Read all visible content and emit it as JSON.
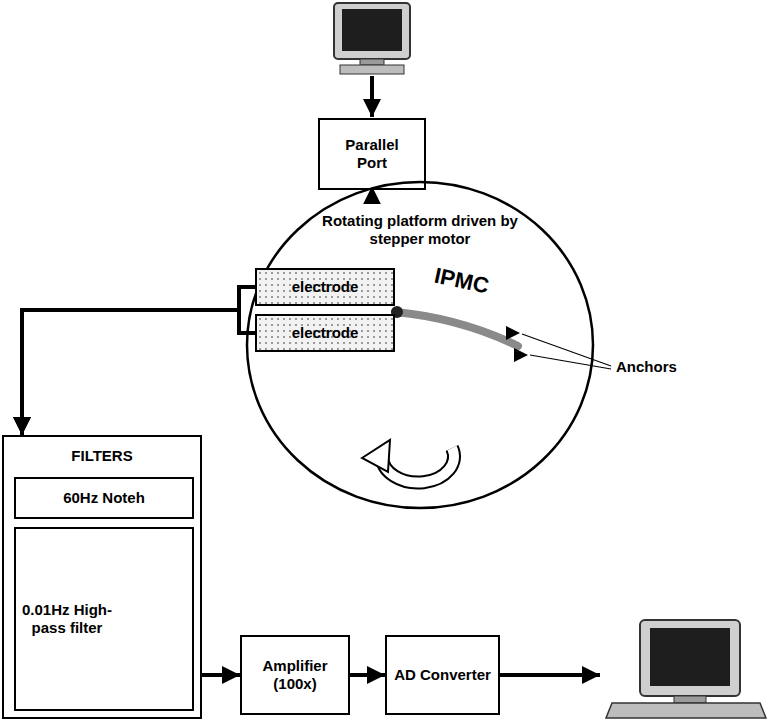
{
  "diagram": {
    "nodes": [
      {
        "text": [
          "Parallel Port"
        ]
      },
      {
        "text": [
          "Rotating platform driven by stepper motor"
        ]
      },
      {
        "text": [
          "electrode"
        ],
        "in": 1
      },
      {
        "text": [
          "electrode"
        ],
        "in": 1
      },
      {
        "text": [
          "FILTERS"
        ]
      },
      {
        "text": [
          "60Hz Noteh"
        ],
        "in": 4
      },
      {
        "text": [
          "0.01Hz High-pass filter"
        ],
        "in": 4
      },
      {
        "text": [
          "Amplifier (100x)"
        ]
      },
      {
        "text": [
          "AD Converter"
        ]
      }
    ],
    "edges": [
      {
        "from": 0,
        "to": 1,
        "arrow": "to"
      },
      {
        "from": 2,
        "to": 4,
        "arrow": "to"
      },
      {
        "from": 3,
        "to": 4,
        "arrow": "to"
      },
      {
        "from": 4,
        "to": 7,
        "arrow": "to"
      },
      {
        "from": 7,
        "to": 8,
        "arrow": "to"
      }
    ],
    "labels": [
      "IPMC",
      "Anchors"
    ]
  }
}
